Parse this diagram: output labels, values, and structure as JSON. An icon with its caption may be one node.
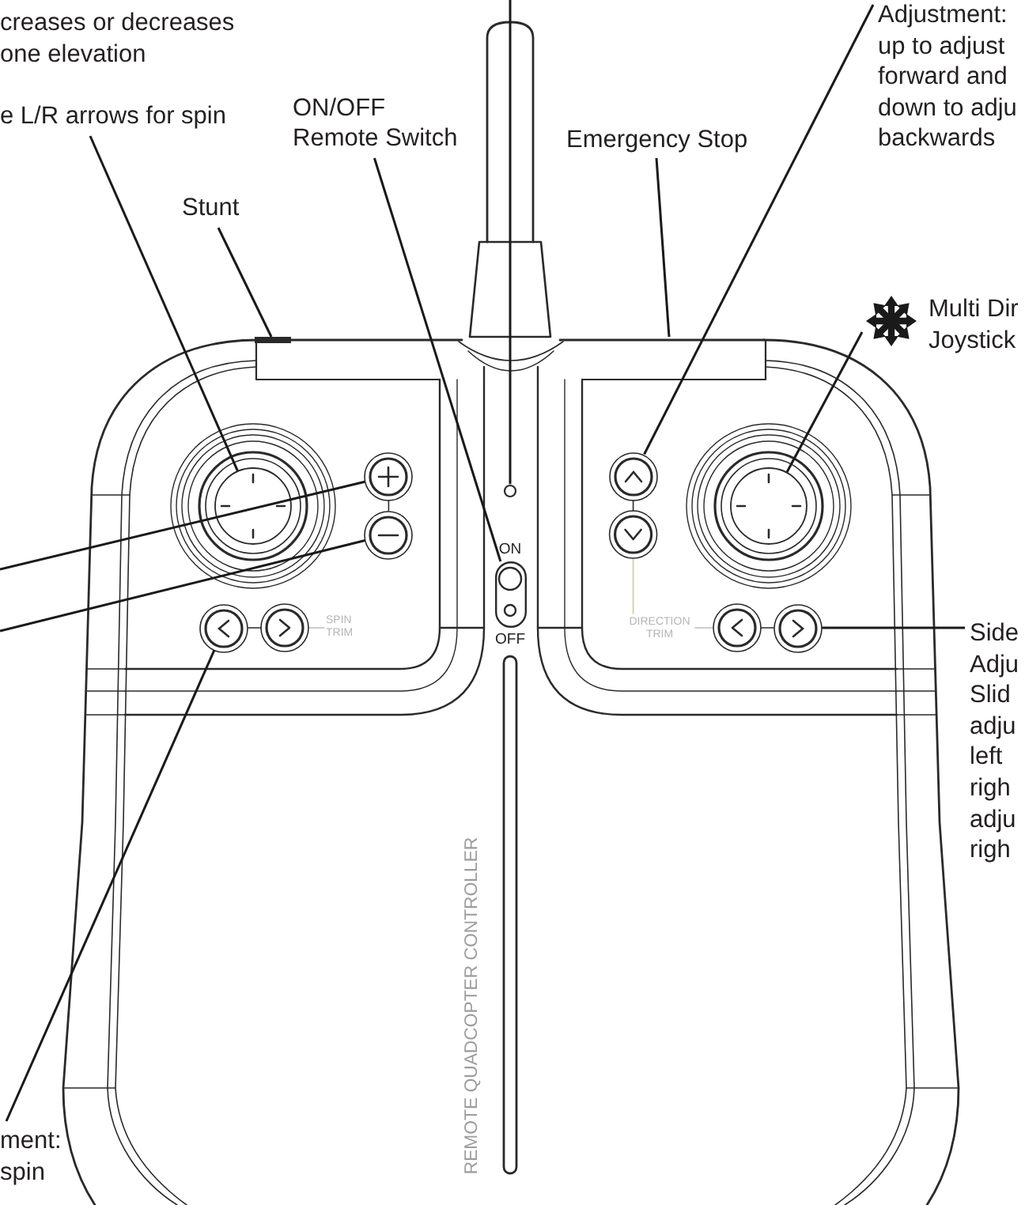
{
  "diagram": {
    "nodes": [
      {
        "text": [
          "e L/R arrows for spin"
        ]
      },
      {
        "text": [
          "ON/OFF Remote Switch"
        ]
      },
      {
        "text": [
          "Emergency Stop"
        ]
      },
      {
        "text": [
          "Adjustment: up to adjust forward and down to adju backwards"
        ]
      },
      {
        "text": [
          "Stunt"
        ]
      },
      {
        "text": [
          "Multi Dir Joystick"
        ]
      },
      {
        "text": [
          "Side Adju Slid adju left righ adju righ"
        ]
      },
      {
        "text": [
          "ment: spin"
        ]
      },
      {
        "text": [],
        "shape": "circle"
      },
      {
        "text": [],
        "shape": "bar"
      },
      {
        "text": [],
        "shape": "circle"
      },
      {
        "text": [],
        "shape": "circle"
      },
      {
        "text": [],
        "shape": "circle"
      },
      {
        "text": [],
        "shape": "circle"
      },
      {
        "text": [],
        "shape": "circle"
      },
      {
        "text": [],
        "shape": "box",
        "beside": [
          "ON",
          "OFF"
        ]
      },
      {
        "text": [],
        "shape": "circle"
      },
      {
        "text": [],
        "shape": "circle"
      }
    ],
    "edges": [
      {
        "from": null,
        "to": 8,
        "arrow": "none"
      },
      {
        "from": 0,
        "to": 10,
        "arrow": "none"
      },
      {
        "from": 1,
        "to": 15,
        "arrow": "none"
      },
      {
        "from": 2,
        "to": null,
        "arrow": "none"
      },
      {
        "from": 3,
        "to": 13,
        "arrow": "none"
      },
      {
        "from": 4,
        "to": 9,
        "arrow": "none"
      },
      {
        "from": 5,
        "to": 14,
        "arrow": "none"
      },
      {
        "from": null,
        "to": 11,
        "arrow": "none"
      },
      {
        "from": null,
        "to": 12,
        "arrow": "none"
      },
      {
        "from": 6,
        "to": 17,
        "arrow": "none"
      },
      {
        "from": 7,
        "to": 16,
        "arrow": "none"
      }
    ],
    "labels": [
      "creases or decreases one elevation",
      "SPIN TRIM",
      "DIRECTION TRIM",
      "REMOTE QUADCOPTER CONTROLLER"
    ]
  }
}
